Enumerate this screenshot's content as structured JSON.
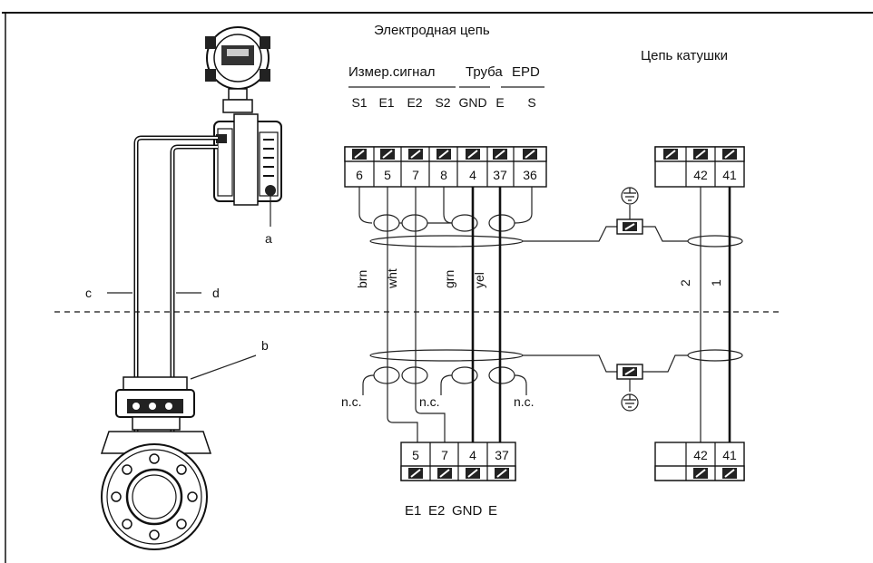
{
  "headers": {
    "electrode_circuit": "Электродная цепь",
    "coil_circuit": "Цепь катушки",
    "measure_signal": "Измер.сигнал",
    "pipe": "Труба",
    "epd": "EPD"
  },
  "top_terminal_labels": [
    "S1",
    "E1",
    "E2",
    "S2",
    "GND",
    "E",
    "S"
  ],
  "top_terminals": [
    "6",
    "5",
    "7",
    "8",
    "4",
    "37",
    "36"
  ],
  "coil_top_terminals": [
    "42",
    "41"
  ],
  "bottom_terminals": [
    "5",
    "7",
    "4",
    "37"
  ],
  "bottom_terminal_labels": [
    "E1",
    "E2",
    "GND",
    "E"
  ],
  "coil_bottom_terminals": [
    "42",
    "41"
  ],
  "wire_labels": [
    "brn",
    "wht",
    "grn",
    "yel"
  ],
  "coil_wire_labels": [
    "2",
    "1"
  ],
  "nc_labels": [
    "n.c.",
    "n.c.",
    "n.c."
  ],
  "device_labels": {
    "a": "a",
    "b": "b",
    "c": "c",
    "d": "d"
  }
}
